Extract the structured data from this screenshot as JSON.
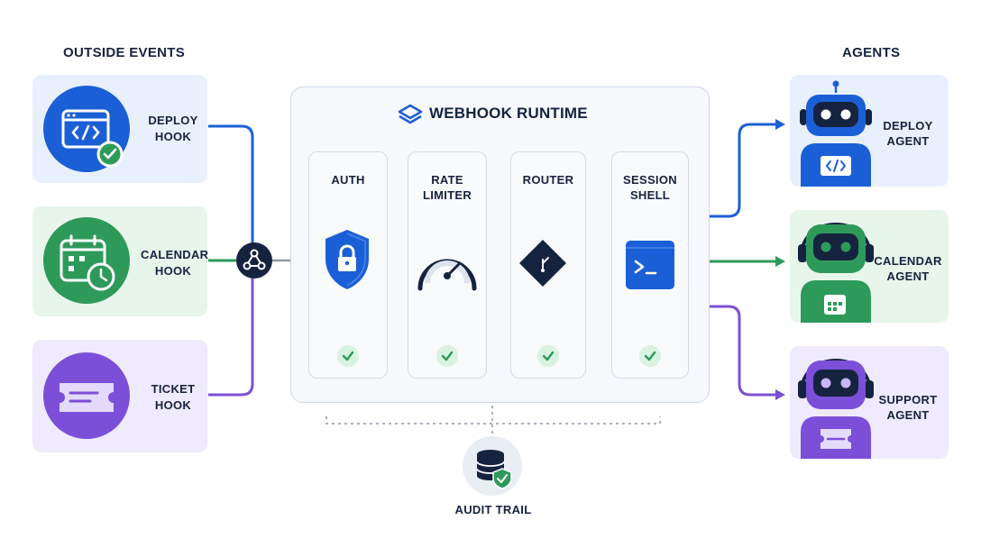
{
  "headers": {
    "left": "OUTSIDE EVENTS",
    "right": "AGENTS"
  },
  "events": [
    {
      "line1": "DEPLOY",
      "line2": "HOOK",
      "icon": "code-window-icon",
      "color": "#1b5fd6"
    },
    {
      "line1": "CALENDAR",
      "line2": "HOOK",
      "icon": "calendar-clock-icon",
      "color": "#2e9a5a"
    },
    {
      "line1": "TICKET",
      "line2": "HOOK",
      "icon": "ticket-icon",
      "color": "#7b4fd8"
    }
  ],
  "runtime": {
    "title": "WEBHOOK RUNTIME",
    "stages": [
      {
        "line1": "AUTH",
        "line2": "",
        "icon": "shield-lock-icon"
      },
      {
        "line1": "RATE",
        "line2": "LIMITER",
        "icon": "gauge-icon"
      },
      {
        "line1": "ROUTER",
        "line2": "",
        "icon": "router-diamond-icon"
      },
      {
        "line1": "SESSION",
        "line2": "SHELL",
        "icon": "terminal-icon"
      }
    ]
  },
  "agents": [
    {
      "line1": "DEPLOY",
      "line2": "AGENT",
      "icon": "robot-code-icon",
      "color": "#1b5fd6"
    },
    {
      "line1": "CALENDAR",
      "line2": "AGENT",
      "icon": "robot-calendar-icon",
      "color": "#2e9a5a"
    },
    {
      "line1": "SUPPORT",
      "line2": "AGENT",
      "icon": "robot-ticket-icon",
      "color": "#7b4fd8"
    }
  ],
  "audit": {
    "label": "AUDIT TRAIL",
    "icon": "database-check-icon"
  }
}
